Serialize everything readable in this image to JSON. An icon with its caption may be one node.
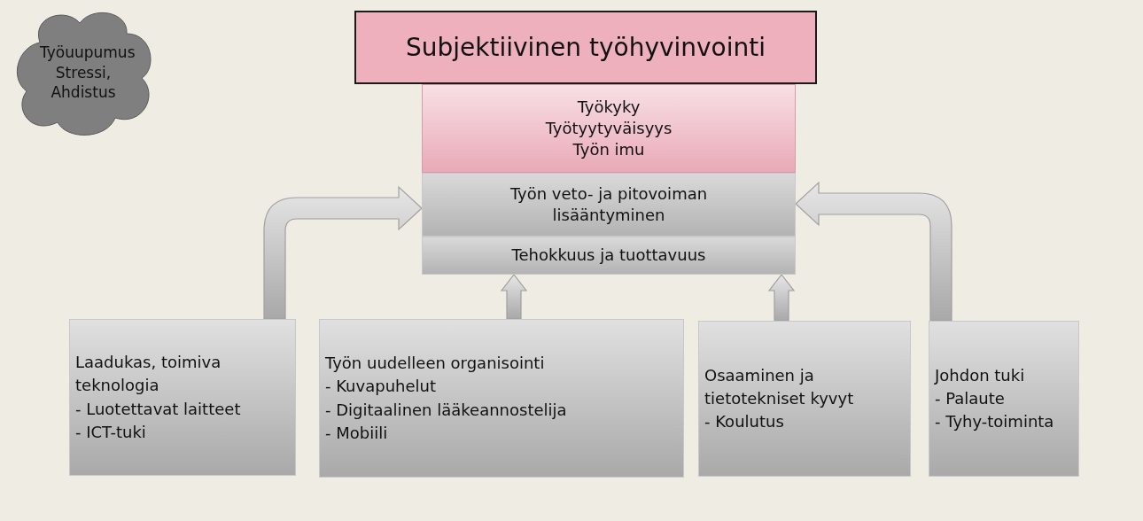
{
  "diagram": {
    "nodes": [
      {
        "text": [
          "Työuupumus Stressi, Ahdistus"
        ]
      },
      {
        "text": [
          "Subjektiivinen työhyvinvointi"
        ]
      },
      {
        "text": [
          "Työkyky",
          "Työtyytyväisyys",
          "Työn imu"
        ]
      },
      {
        "text": [
          "Työn veto- ja pitovoiman lisääntyminen"
        ]
      },
      {
        "text": [
          "Tehokkuus ja tuottavuus"
        ]
      },
      {
        "text": [
          "Laadukas, toimiva teknologia",
          "- Luotettavat laitteet",
          "- ICT-tuki"
        ]
      },
      {
        "text": [
          "Työn uudelleen organisointi",
          "- Kuvapuhelut",
          "- Digitaalinen lääkeannostelija",
          "- Mobiili"
        ]
      },
      {
        "text": [
          "Osaaminen ja tietotekniset kyvyt",
          "- Koulutus"
        ]
      },
      {
        "text": [
          "Johdon tuki",
          "- Palaute",
          "- Tyhy-toiminta"
        ]
      }
    ],
    "edges": [
      {
        "from": 5,
        "to": 3,
        "arrow": "to"
      },
      {
        "from": 6,
        "to": 4,
        "arrow": "to"
      },
      {
        "from": 7,
        "to": 4,
        "arrow": "to"
      },
      {
        "from": 8,
        "to": 3,
        "arrow": "to"
      }
    ]
  }
}
